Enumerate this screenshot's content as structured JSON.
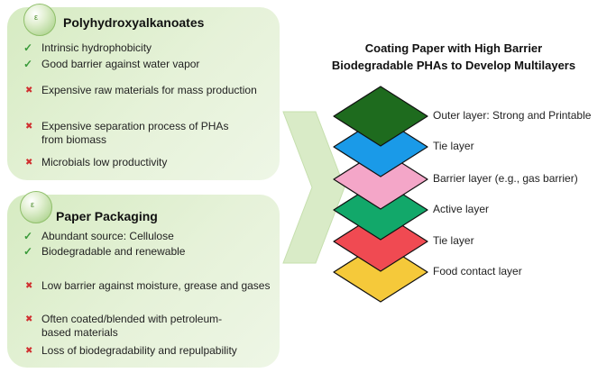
{
  "pha_panel": {
    "title": "Polyhydroxyalkanoates",
    "pros": [
      "Intrinsic hydrophobicity",
      "Good barrier against water vapor"
    ],
    "cons": [
      "Expensive raw materials for mass production",
      "Expensive separation process of PHAs from biomass",
      "Microbials low productivity"
    ]
  },
  "paper_panel": {
    "title": "Paper Packaging",
    "pros": [
      "Abundant source: Cellulose",
      "Biodegradable and renewable"
    ],
    "cons": [
      "Low barrier against moisture, grease and gases",
      "Often coated/blended with petroleum-based materials",
      "Loss of biodegradability and repulpability"
    ]
  },
  "diagram": {
    "title_line1": "Coating Paper with High Barrier",
    "title_line2": "Biodegradable PHAs to Develop Multilayers",
    "layers": [
      {
        "label": "Outer layer: Strong and Printable",
        "color": "#1e6b1e"
      },
      {
        "label": "Tie layer",
        "color": "#1a9ae8"
      },
      {
        "label": "Barrier layer (e.g., gas barrier)",
        "color": "#f4a6c8"
      },
      {
        "label": "Active layer",
        "color": "#12a86a"
      },
      {
        "label": "Tie layer",
        "color": "#f04a52"
      },
      {
        "label": "Food contact layer",
        "color": "#f5c93a"
      }
    ]
  },
  "colors": {
    "panel": "#dcedcb",
    "check": "#3a9a3a",
    "cross": "#d03030",
    "arrow": "#d9ebc7"
  }
}
